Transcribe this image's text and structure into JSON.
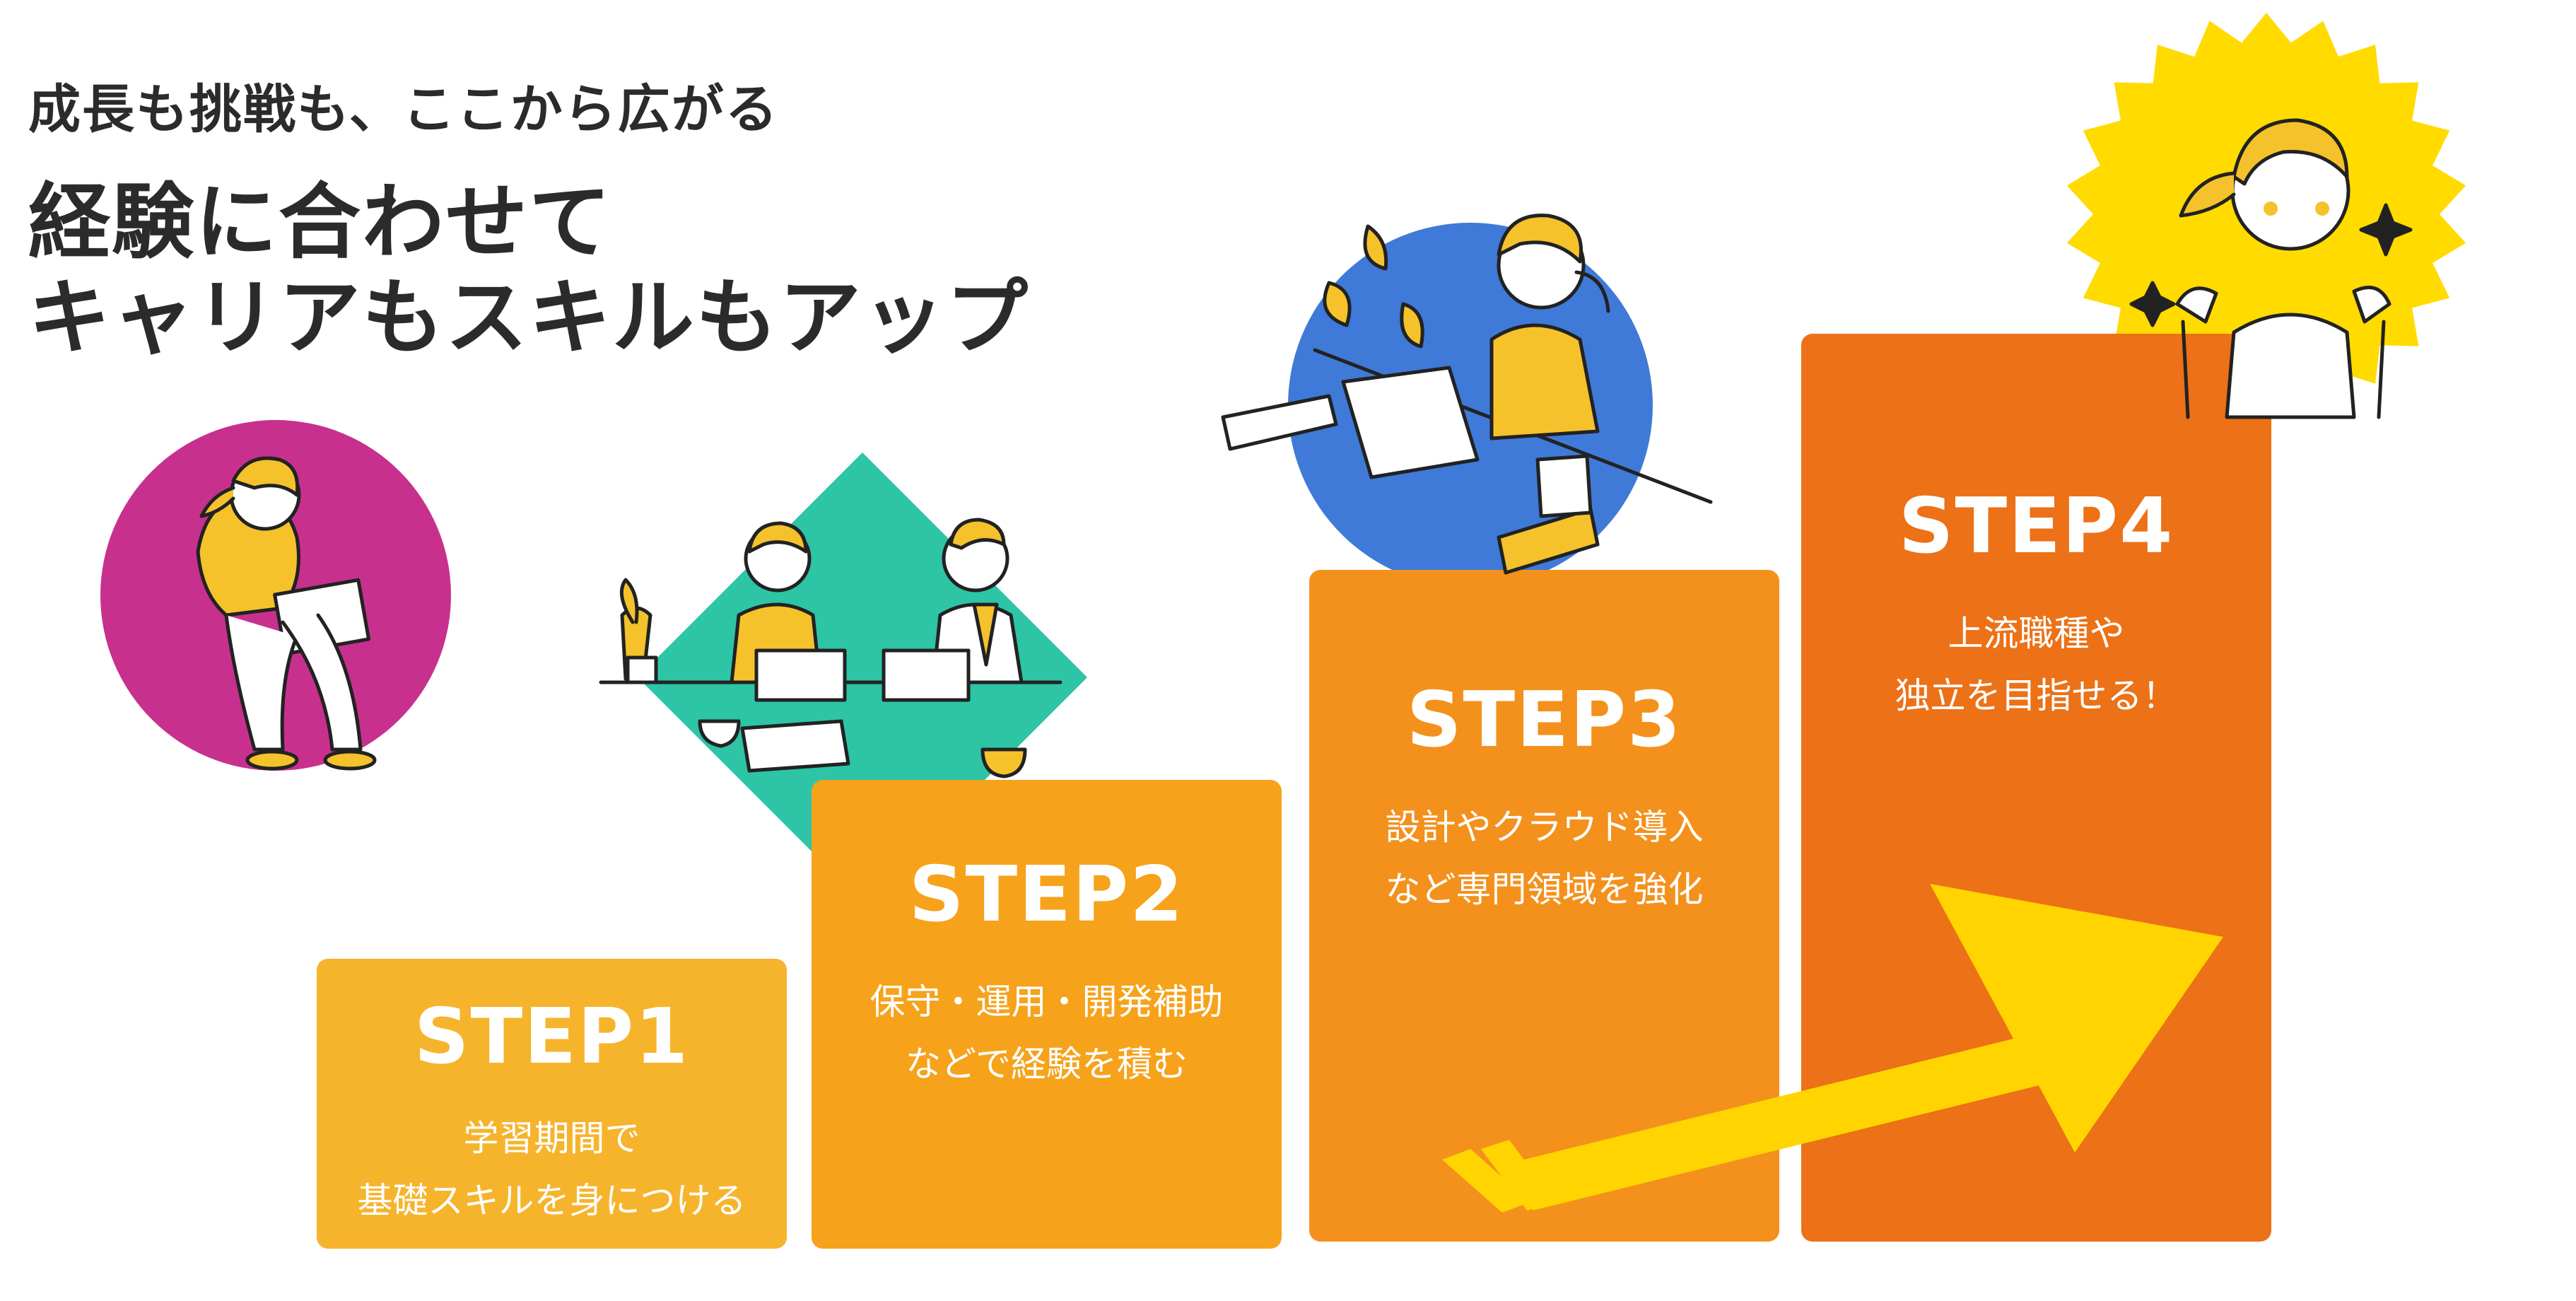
{
  "headline": {
    "sub": "成長も挑戦も、ここから広がる",
    "main_line1": "経験に合わせて",
    "main_line2": "キャリアもスキルもアップ"
  },
  "steps": [
    {
      "title": "STEP1",
      "desc": [
        "学習期間で",
        "基礎スキルを身につける"
      ],
      "color": "#F6B42D"
    },
    {
      "title": "STEP2",
      "desc": [
        "保守・運用・開発補助",
        "などで経験を積む"
      ],
      "color": "#F6A21B"
    },
    {
      "title": "STEP3",
      "desc": [
        "設計やクラウド導入",
        "など専門領域を強化"
      ],
      "color": "#F3911C"
    },
    {
      "title": "STEP4",
      "desc": [
        "上流職種や",
        "独立を目指せる！"
      ],
      "color": "#EC7117"
    }
  ],
  "colors": {
    "circle_magenta": "#C8308E",
    "diamond_teal": "#2EC4A6",
    "circle_blue": "#3F7AD8",
    "burst_yellow": "#FFDB00",
    "arrow_yellow": "#FFD400",
    "figure_yellow": "#F5C22C",
    "skin": "#FFFFFF",
    "outline": "#222222"
  },
  "illustrations": [
    "person-with-laptop-icon",
    "meeting-two-people-icon",
    "person-at-desk-icon",
    "celebrating-person-icon",
    "growth-arrow-icon"
  ]
}
